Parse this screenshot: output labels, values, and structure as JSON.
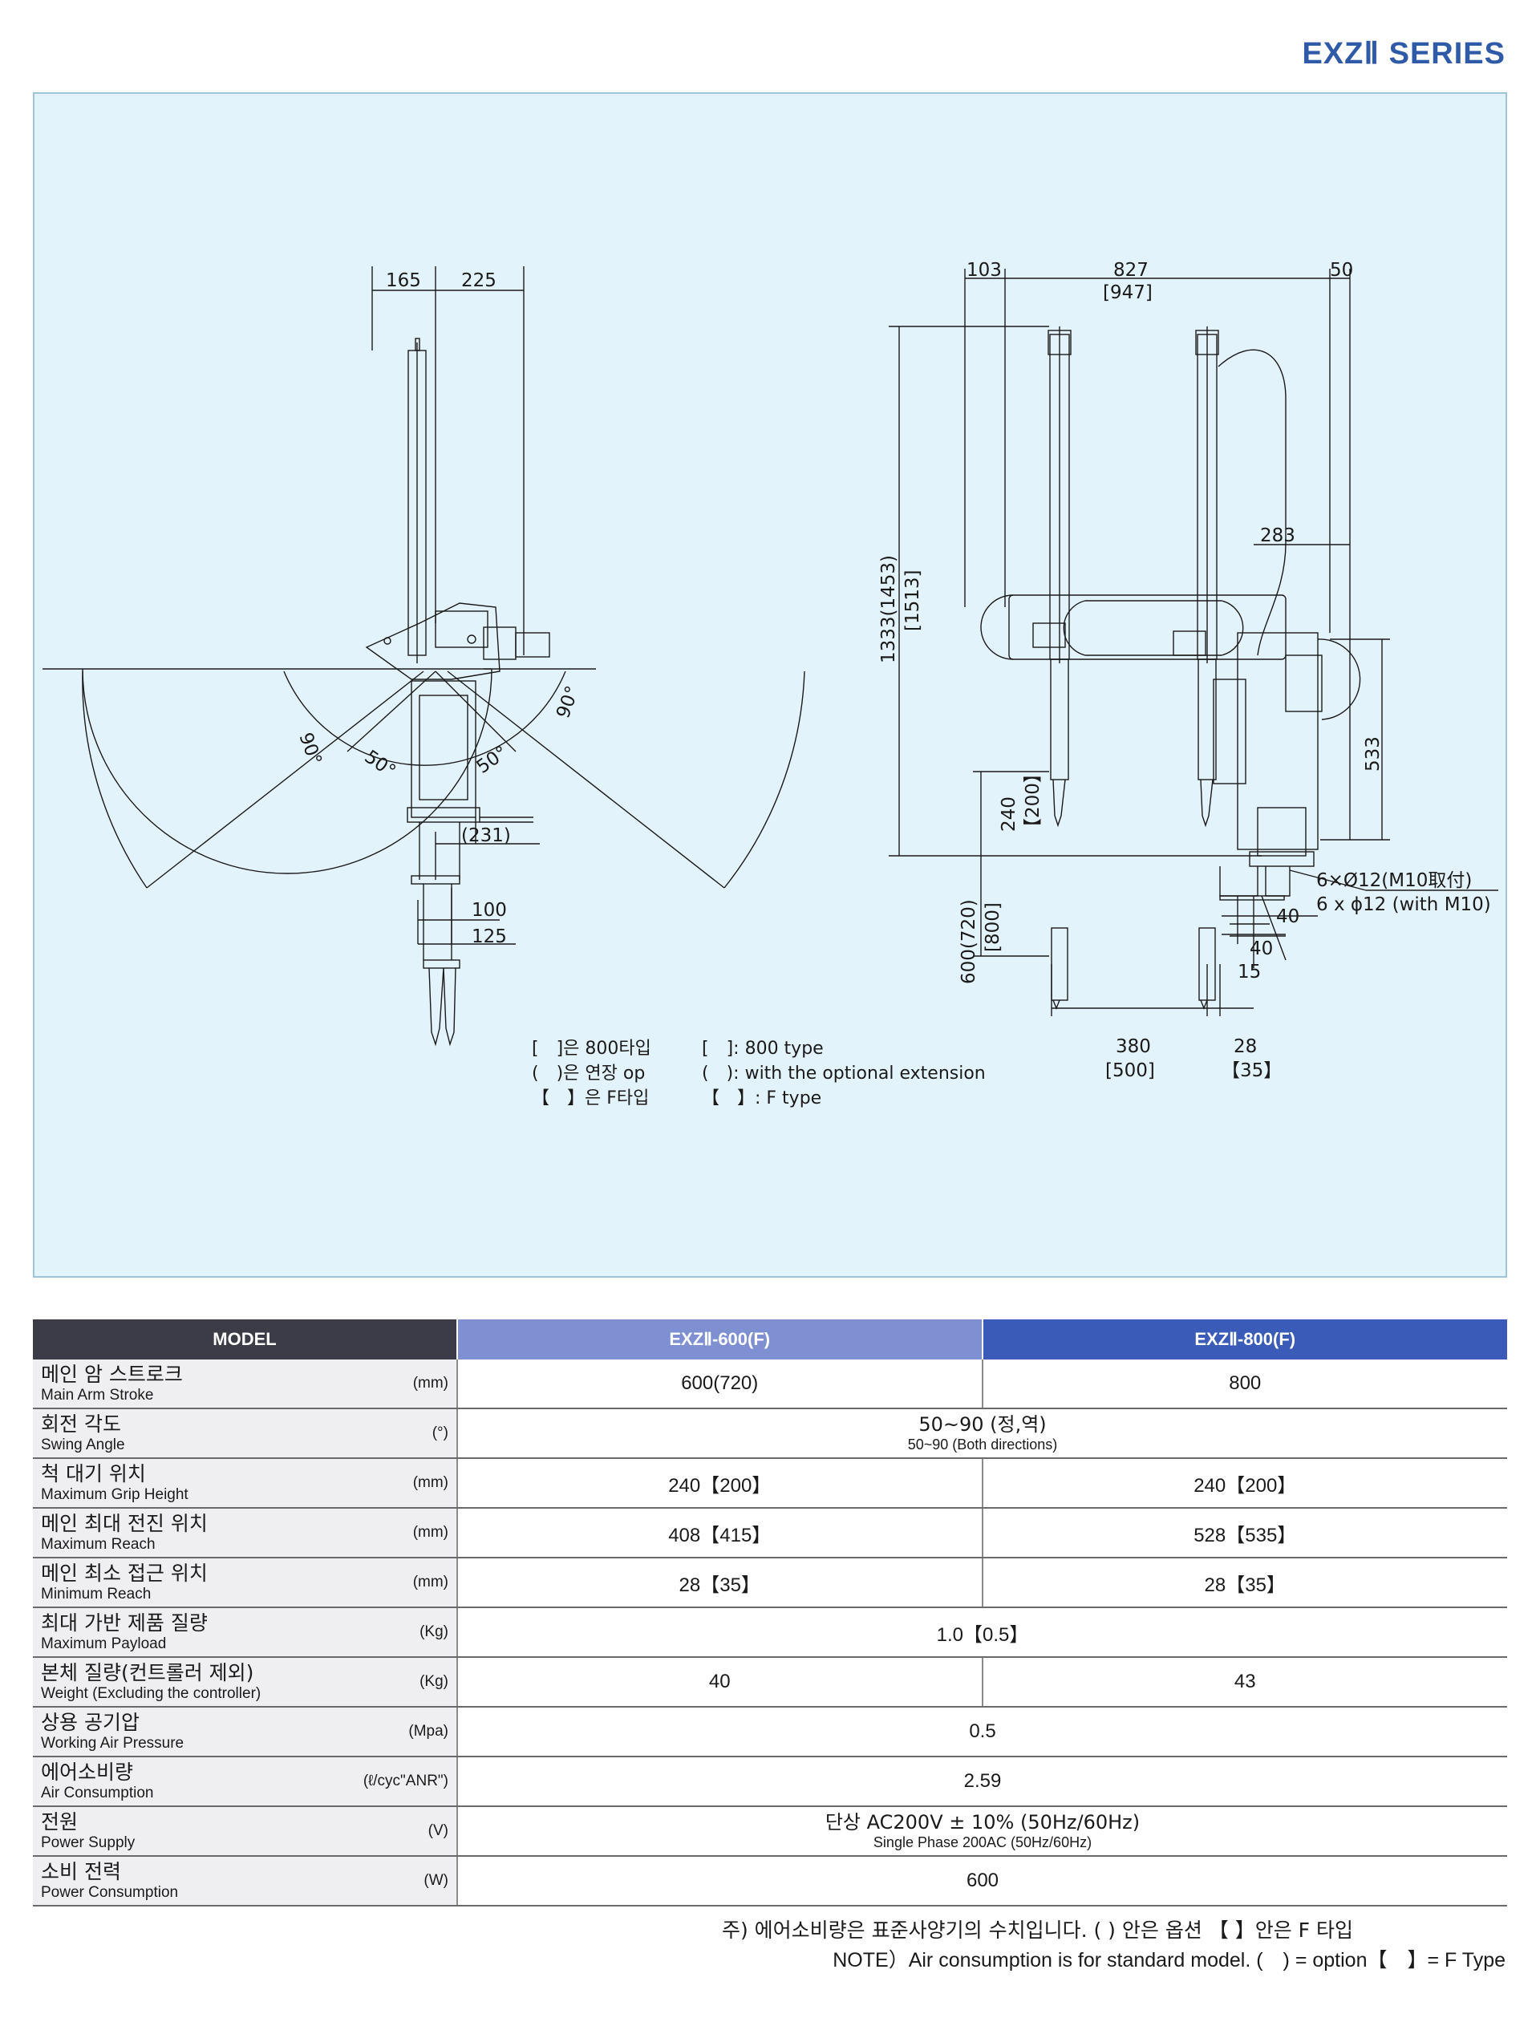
{
  "header": {
    "series_title": "EXZⅡ SERIES"
  },
  "drawing": {
    "side_view": {
      "dims": {
        "d165": "165",
        "d225": "225",
        "d231": "(231)",
        "d100": "100",
        "d125": "125"
      },
      "angles": {
        "a90_left": "90°",
        "a90_right": "90°",
        "a50_left": "50°",
        "a50_right": "50°"
      }
    },
    "front_view": {
      "dims": {
        "d103": "103",
        "d827": "827",
        "d947": "[947]",
        "d50": "50",
        "d283": "283",
        "d1333": "1333(1453)",
        "d1513": "[1513]",
        "d533": "533",
        "d240": "240",
        "d200": "【200】",
        "d600": "600(720)",
        "d800": "[800]",
        "d40a": "40",
        "d40b": "40",
        "d15": "15",
        "d380": "380",
        "d500": "[500]",
        "d28": "28",
        "d35": "【35】",
        "mount_ja": "6×Ø12(M10取付)",
        "mount_en": "6 x ϕ12 (with M10)"
      }
    },
    "legend": {
      "ko": [
        "[　]은 800타입",
        "(　)은 연장 op",
        "【　】은 F타입"
      ],
      "en": [
        "[　]: 800 type",
        "(　): with the optional extension",
        "【　】: F type"
      ]
    }
  },
  "table": {
    "headers": {
      "model": "MODEL",
      "m600": "EXZⅡ-600(F)",
      "m800": "EXZⅡ-800(F)"
    },
    "rows": [
      {
        "ko": "메인 암 스트로크",
        "en": "Main Arm Stroke",
        "unit": "(mm)",
        "v600": "600(720)",
        "v800": "800"
      },
      {
        "ko": "회전 각도",
        "en": "Swing Angle",
        "unit": "(°)",
        "all": "50~90 (정,역)",
        "all_sub": "50~90 (Both directions)"
      },
      {
        "ko": "척 대기 위치",
        "en": "Maximum Grip Height",
        "unit": "(mm)",
        "v600": "240【200】",
        "v800": "240【200】"
      },
      {
        "ko": "메인 최대 전진 위치",
        "en": "Maximum Reach",
        "unit": "(mm)",
        "v600": "408【415】",
        "v800": "528【535】"
      },
      {
        "ko": "메인 최소 접근 위치",
        "en": "Minimum Reach",
        "unit": "(mm)",
        "v600": "28【35】",
        "v800": "28【35】"
      },
      {
        "ko": "최대 가반 제품 질량",
        "en": "Maximum Payload",
        "unit": "(Kg)",
        "all": "1.0【0.5】"
      },
      {
        "ko": "본체 질량(컨트롤러 제외)",
        "en": "Weight (Excluding the controller)",
        "unit": "(Kg)",
        "v600": "40",
        "v800": "43"
      },
      {
        "ko": "상용 공기압",
        "en": "Working Air Pressure",
        "unit": "(Mpa)",
        "all": "0.5"
      },
      {
        "ko": "에어소비량",
        "en": "Air Consumption",
        "unit": "(ℓ/cyc\"ANR\")",
        "all": "2.59"
      },
      {
        "ko": "전원",
        "en": "Power Supply",
        "unit": "(V)",
        "all": "단상 AC200V ± 10% (50Hz/60Hz)",
        "all_sub": "Single Phase 200AC (50Hz/60Hz)"
      },
      {
        "ko": "소비 전력",
        "en": "Power Consumption",
        "unit": "(W)",
        "all": "600"
      }
    ]
  },
  "notes": {
    "ko": "주) 에어소비량은 표준사양기의 수치입니다. ( ) 안은 옵션 【 】안은 F 타입",
    "en": "NOTE）Air consumption is for standard model. (　) = option【　】= F Type"
  },
  "colors": {
    "title": "#2f5aa8",
    "panel_bg": "#e3f3fb",
    "header_model": "#3b3c47",
    "header_600": "#7e8fd2",
    "header_800": "#3a5cb8",
    "label_bg": "#efeff1"
  }
}
